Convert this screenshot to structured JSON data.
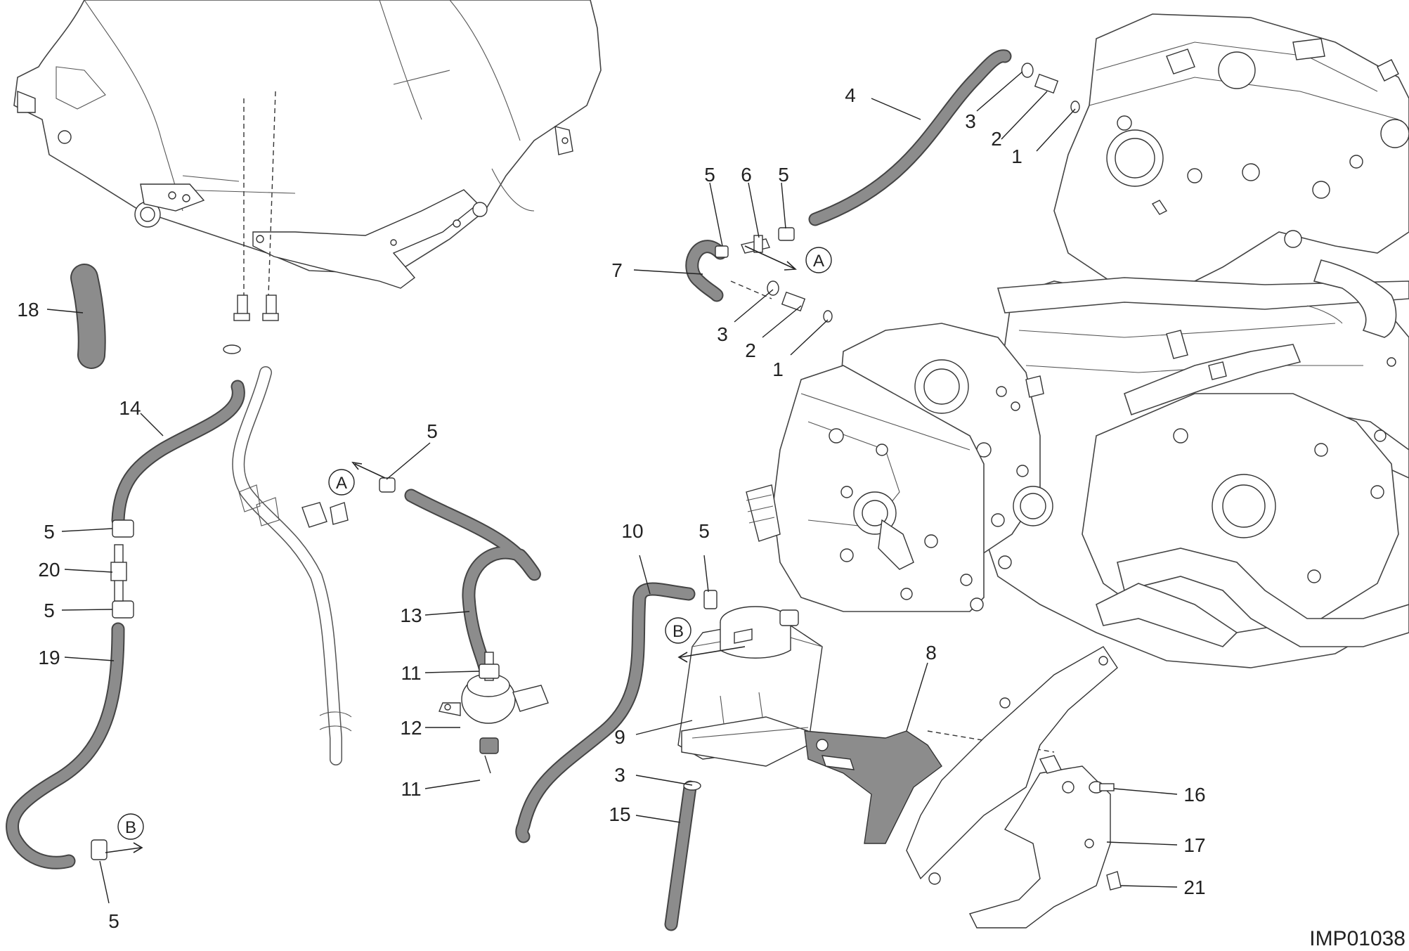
{
  "diagram": {
    "code": "IMP01038",
    "callouts": [
      {
        "id": "c1a",
        "text": "1"
      },
      {
        "id": "c2a",
        "text": "2"
      },
      {
        "id": "c3a",
        "text": "3"
      },
      {
        "id": "c4",
        "text": "4"
      },
      {
        "id": "c5a",
        "text": "5"
      },
      {
        "id": "c6",
        "text": "6"
      },
      {
        "id": "c5b",
        "text": "5"
      },
      {
        "id": "c7",
        "text": "7"
      },
      {
        "id": "c3b",
        "text": "3"
      },
      {
        "id": "c2b",
        "text": "2"
      },
      {
        "id": "c1b",
        "text": "1"
      },
      {
        "id": "c18",
        "text": "18"
      },
      {
        "id": "c14",
        "text": "14"
      },
      {
        "id": "c5c",
        "text": "5"
      },
      {
        "id": "c20",
        "text": "20"
      },
      {
        "id": "c5d",
        "text": "5"
      },
      {
        "id": "c19",
        "text": "19"
      },
      {
        "id": "c5e",
        "text": "5"
      },
      {
        "id": "c5f",
        "text": "5"
      },
      {
        "id": "c13",
        "text": "13"
      },
      {
        "id": "c11a",
        "text": "11"
      },
      {
        "id": "c12",
        "text": "12"
      },
      {
        "id": "c11b",
        "text": "11"
      },
      {
        "id": "c10",
        "text": "10"
      },
      {
        "id": "c5g",
        "text": "5"
      },
      {
        "id": "c9",
        "text": "9"
      },
      {
        "id": "c3c",
        "text": "3"
      },
      {
        "id": "c15",
        "text": "15"
      },
      {
        "id": "c8",
        "text": "8"
      },
      {
        "id": "c16",
        "text": "16"
      },
      {
        "id": "c17",
        "text": "17"
      },
      {
        "id": "c21",
        "text": "21"
      }
    ],
    "refs": [
      {
        "id": "refA1",
        "text": "A"
      },
      {
        "id": "refA2",
        "text": "A"
      },
      {
        "id": "refB1",
        "text": "B"
      },
      {
        "id": "refB2",
        "text": "B"
      }
    ]
  }
}
